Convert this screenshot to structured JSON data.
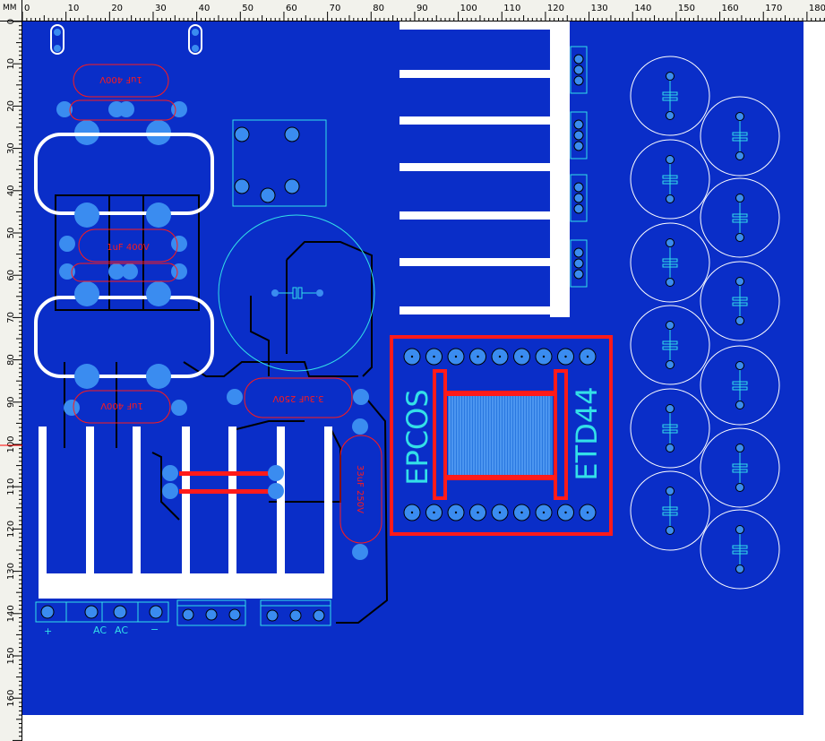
{
  "ruler": {
    "unit": "MM",
    "x_labels": [
      "0",
      "10",
      "20",
      "30",
      "40",
      "50",
      "60",
      "70",
      "80",
      "90",
      "100",
      "110",
      "120",
      "130",
      "140",
      "150",
      "160",
      "170",
      "180"
    ],
    "y_labels": [
      "0",
      "10",
      "20",
      "30",
      "40",
      "50",
      "60",
      "70",
      "80",
      "90",
      "100",
      "110",
      "120",
      "130",
      "140",
      "150",
      "160"
    ]
  },
  "board": {
    "background": "#0a2ec8",
    "silk_color": "#ffffff",
    "pad_color": "#3a8cf0",
    "track_color": "#000000",
    "keepout_color": "#ff1a1a",
    "cyan_color": "#33e0e8"
  },
  "labels": {
    "cap1": "1uF 400V",
    "cap2": "1uF 400V",
    "cap3": "1uF 400V",
    "cap4": "3.3uF 250V",
    "cap5": "33uF 250V",
    "transformer_brand": "EPCOS",
    "transformer_core": "ETD44",
    "term_plus": "+",
    "term_ac1": "AC",
    "term_ac2": "AC",
    "term_minus": "−"
  }
}
